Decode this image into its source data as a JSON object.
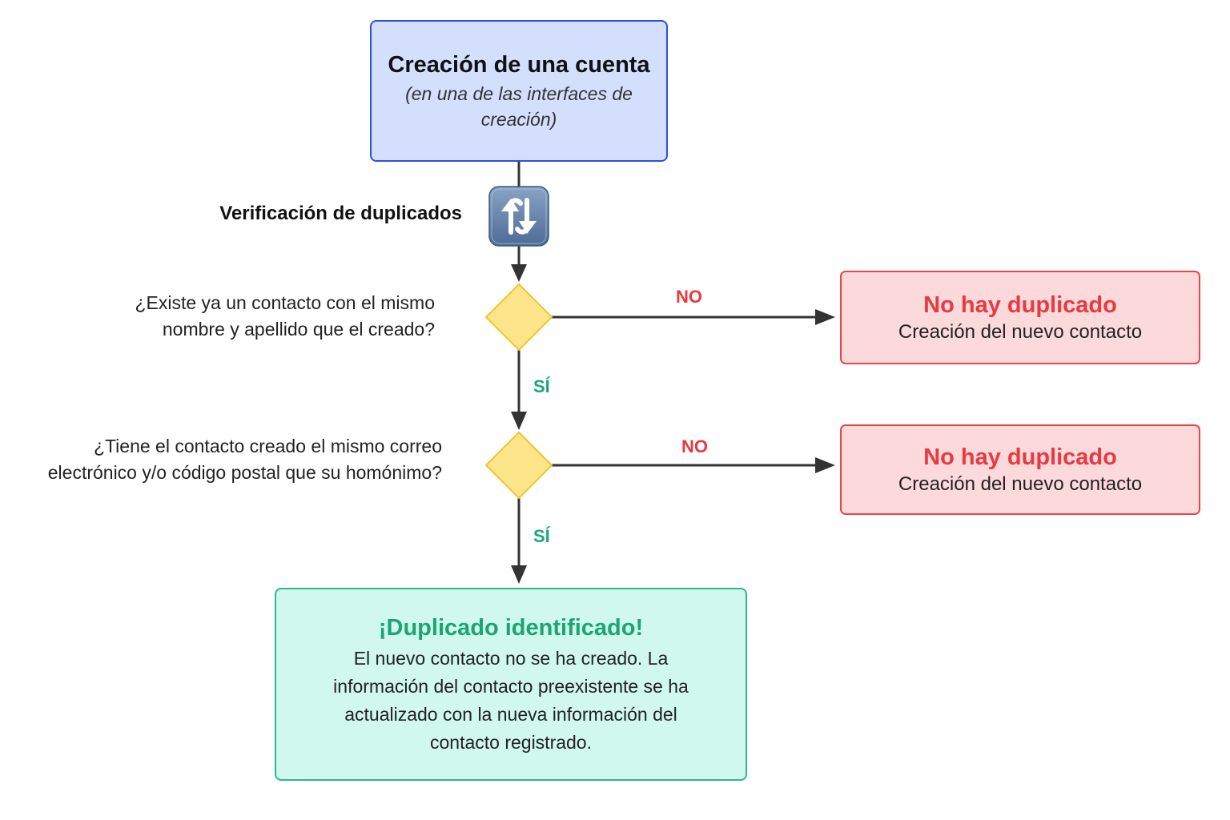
{
  "start": {
    "title": "Creación de una cuenta",
    "subtitle": "(en una de las interfaces de creación)"
  },
  "step": {
    "label": "Verificación de duplicados",
    "icon": "refresh-icon"
  },
  "decision_1": {
    "question": "¿Existe ya un contacto con el mismo nombre y apellido que el creado?",
    "no_label": "NO",
    "yes_label": "SÍ"
  },
  "no_duplicate_1": {
    "title": "No hay duplicado",
    "subtitle": "Creación del nuevo contacto"
  },
  "decision_2": {
    "question": "¿Tiene el contacto creado el mismo correo electrónico y/o código postal que su homónimo?",
    "no_label": "NO",
    "yes_label": "SÍ"
  },
  "no_duplicate_2": {
    "title": "No hay duplicado",
    "subtitle": "Creación del nuevo contacto"
  },
  "result": {
    "title": "¡Duplicado identificado!",
    "body": "El nuevo contacto no se ha creado. La información del contacto preexistente se ha actualizado con la nueva información del contacto registrado."
  },
  "colors": {
    "start_fill": "#d4dffd",
    "start_border": "#2d4fe0",
    "no_fill": "#fcd9da",
    "no_border": "#e8454b",
    "no_text": "#e83a40",
    "yes_text": "#1ea777",
    "result_fill": "#d0f8ec",
    "result_border": "#2cb98b",
    "decision_fill": "#fde68a",
    "decision_border": "#f2c230",
    "connector": "#333333"
  }
}
